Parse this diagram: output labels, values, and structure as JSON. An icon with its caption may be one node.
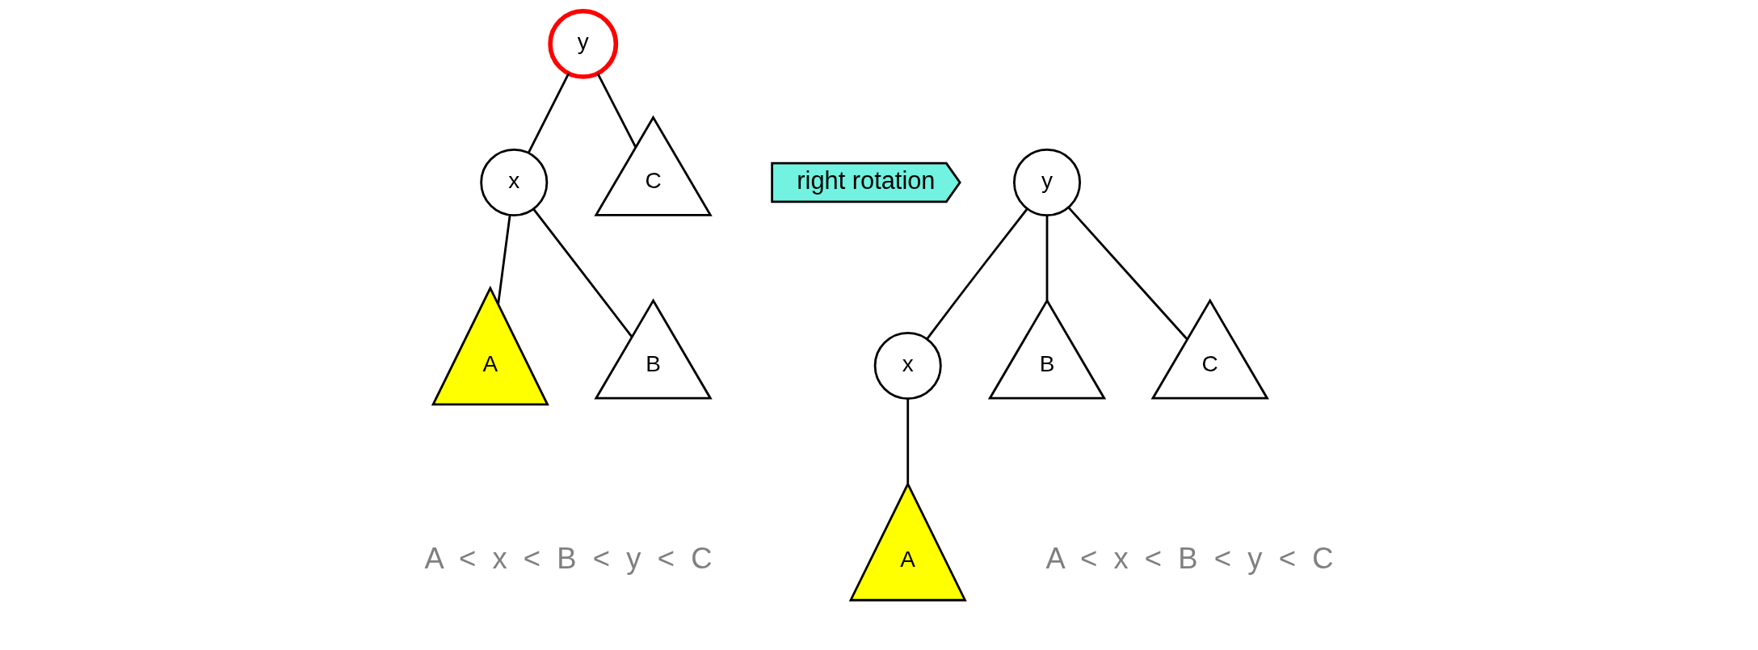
{
  "diagram": {
    "nodes": [
      {
        "text": [
          "y"
        ]
      },
      {
        "text": [
          "x"
        ]
      },
      {
        "text": [
          "C"
        ]
      },
      {
        "text": [
          "A"
        ]
      },
      {
        "text": [
          "B"
        ]
      },
      {
        "text": [
          "right rotation"
        ]
      },
      {
        "text": [
          "x"
        ]
      },
      {
        "text": [
          "y"
        ]
      },
      {
        "text": [
          "A"
        ]
      },
      {
        "text": [
          "B"
        ]
      },
      {
        "text": [
          "C"
        ]
      }
    ],
    "edges": [
      {
        "from": 0,
        "to": 1,
        "arrow": "none"
      },
      {
        "from": 0,
        "to": 2,
        "arrow": "none"
      },
      {
        "from": 1,
        "to": 3,
        "arrow": "none"
      },
      {
        "from": 1,
        "to": 4,
        "arrow": "none"
      },
      {
        "from": 6,
        "to": 8,
        "arrow": "none"
      },
      {
        "from": 6,
        "to": 7,
        "arrow": "none"
      },
      {
        "from": 7,
        "to": 9,
        "arrow": "none"
      },
      {
        "from": 7,
        "to": 10,
        "arrow": "none"
      }
    ],
    "labels": [
      "A  <  x  <  B  <  y  <  C",
      "A  <  x  <  B  <  y  <  C"
    ]
  }
}
